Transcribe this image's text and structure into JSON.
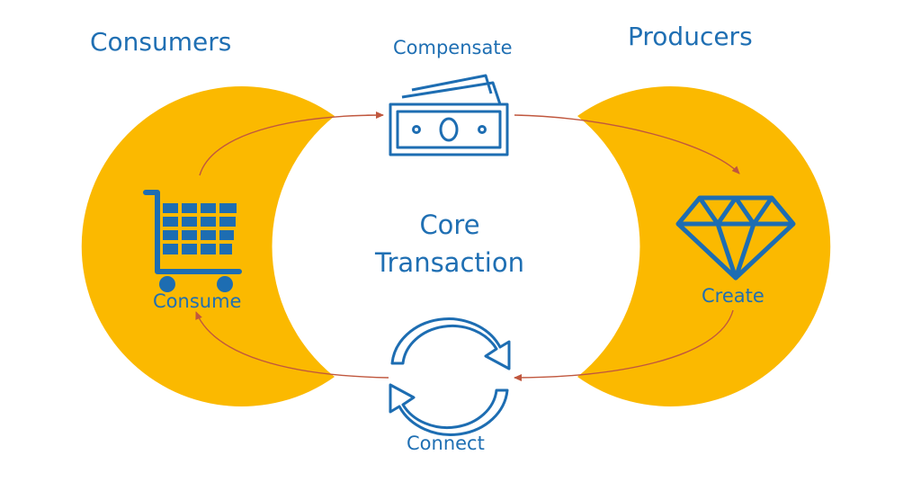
{
  "colors": {
    "blob": "#fbb900",
    "text": "#1f6fb3",
    "icon": "#1d6db2",
    "arrow": "#c0573e"
  },
  "groups": {
    "consumers": "Consumers",
    "producers": "Producers"
  },
  "center": {
    "line1": "Core",
    "line2": "Transaction"
  },
  "steps": {
    "compensate": {
      "label": "Compensate",
      "icon": "banknote-icon"
    },
    "create": {
      "label": "Create",
      "icon": "diamond-icon"
    },
    "connect": {
      "label": "Connect",
      "icon": "refresh-cycle-icon"
    },
    "consume": {
      "label": "Consume",
      "icon": "shopping-cart-icon"
    }
  }
}
